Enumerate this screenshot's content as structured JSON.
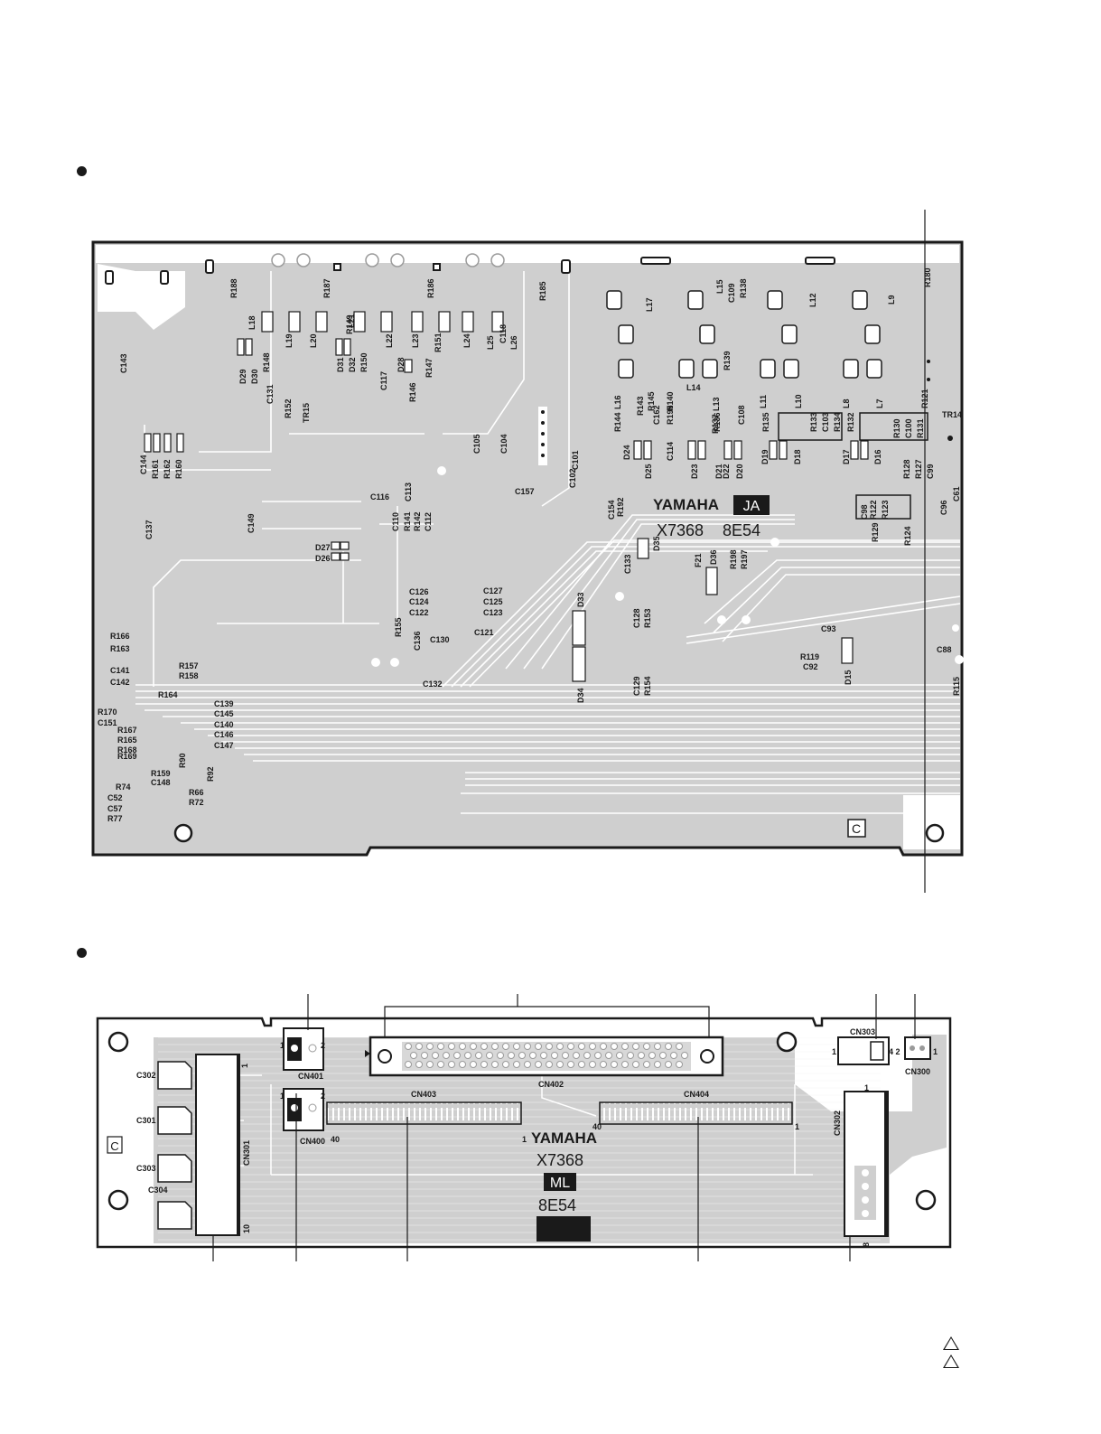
{
  "board_ja": {
    "brand": "YAMAHA",
    "badge": "JA",
    "part_number": "X7368",
    "lot_code": "8E54",
    "side_mark": "C",
    "component_labels": [
      "R188",
      "R187",
      "R186",
      "R185",
      "R180",
      "L18",
      "L19",
      "L20",
      "R149",
      "L21",
      "L22",
      "L23",
      "R151",
      "L24",
      "L25",
      "L26",
      "C118",
      "C143",
      "D29",
      "D30",
      "R148",
      "D31",
      "D32",
      "R150",
      "D28",
      "R147",
      "C117",
      "R146",
      "C131",
      "R152",
      "TR15",
      "C144",
      "R161",
      "R162",
      "R160",
      "C137",
      "C149",
      "C116",
      "C113",
      "C105",
      "C104",
      "C157",
      "C102",
      "C101",
      "C110",
      "R141",
      "R142",
      "C112",
      "D27",
      "D26",
      "C126",
      "C124",
      "C122",
      "C127",
      "C125",
      "C123",
      "C121",
      "R155",
      "C136",
      "C130",
      "C132",
      "R166",
      "R163",
      "R157",
      "R158",
      "C141",
      "C142",
      "R164",
      "R170",
      "C151",
      "C139",
      "C145",
      "C140",
      "C146",
      "C147",
      "R167",
      "R165",
      "R168",
      "R169",
      "R159",
      "C148",
      "R90",
      "R92",
      "R74",
      "R66",
      "R72",
      "C52",
      "C57",
      "R77",
      "L17",
      "L15",
      "C109",
      "R138",
      "L12",
      "L9",
      "L16",
      "R143",
      "R145",
      "R144",
      "C162",
      "R195",
      "C114",
      "R140",
      "L14",
      "L13",
      "R139",
      "R136",
      "C108",
      "R137",
      "L11",
      "L10",
      "R135",
      "R133",
      "C103",
      "R134",
      "L8",
      "R132",
      "L7",
      "R130",
      "C100",
      "R131",
      "R121",
      "TR14",
      "D24",
      "D25",
      "D23",
      "D21",
      "D22",
      "D20",
      "D19",
      "D18",
      "D17",
      "D16",
      "C154",
      "R192",
      "C133",
      "D35",
      "F21",
      "D36",
      "R198",
      "R197",
      "R128",
      "R127",
      "C99",
      "C98",
      "R122",
      "R123",
      "R129",
      "R124",
      "C96",
      "C61",
      "D33",
      "D34",
      "C128",
      "R153",
      "C129",
      "R154",
      "C93",
      "R119",
      "C92",
      "D15",
      "C88",
      "R115"
    ]
  },
  "board_ml": {
    "brand": "YAMAHA",
    "part_number": "X7368",
    "badge": "ML",
    "lot_code": "8E54",
    "side_mark": "C",
    "connectors": [
      {
        "ref": "CN401",
        "pin_start": "1",
        "pin_end": "2"
      },
      {
        "ref": "CN400",
        "pin_start": "1",
        "pin_end": "2"
      },
      {
        "ref": "CN402",
        "pin_start": "",
        "pin_end": ""
      },
      {
        "ref": "CN403",
        "pin_start": "40",
        "pin_end": "1"
      },
      {
        "ref": "CN404",
        "pin_start": "40",
        "pin_end": "1"
      },
      {
        "ref": "CN303",
        "pin_start": "1",
        "pin_end": "4 2"
      },
      {
        "ref": "CN300",
        "pin_start": "1",
        "pin_end": "1"
      },
      {
        "ref": "CN302",
        "pin_start": "1",
        "pin_end": "8"
      },
      {
        "ref": "CN301",
        "pin_start": "1",
        "pin_end": "10"
      }
    ],
    "capacitors": [
      "C302",
      "C301",
      "C303",
      "C304"
    ]
  }
}
